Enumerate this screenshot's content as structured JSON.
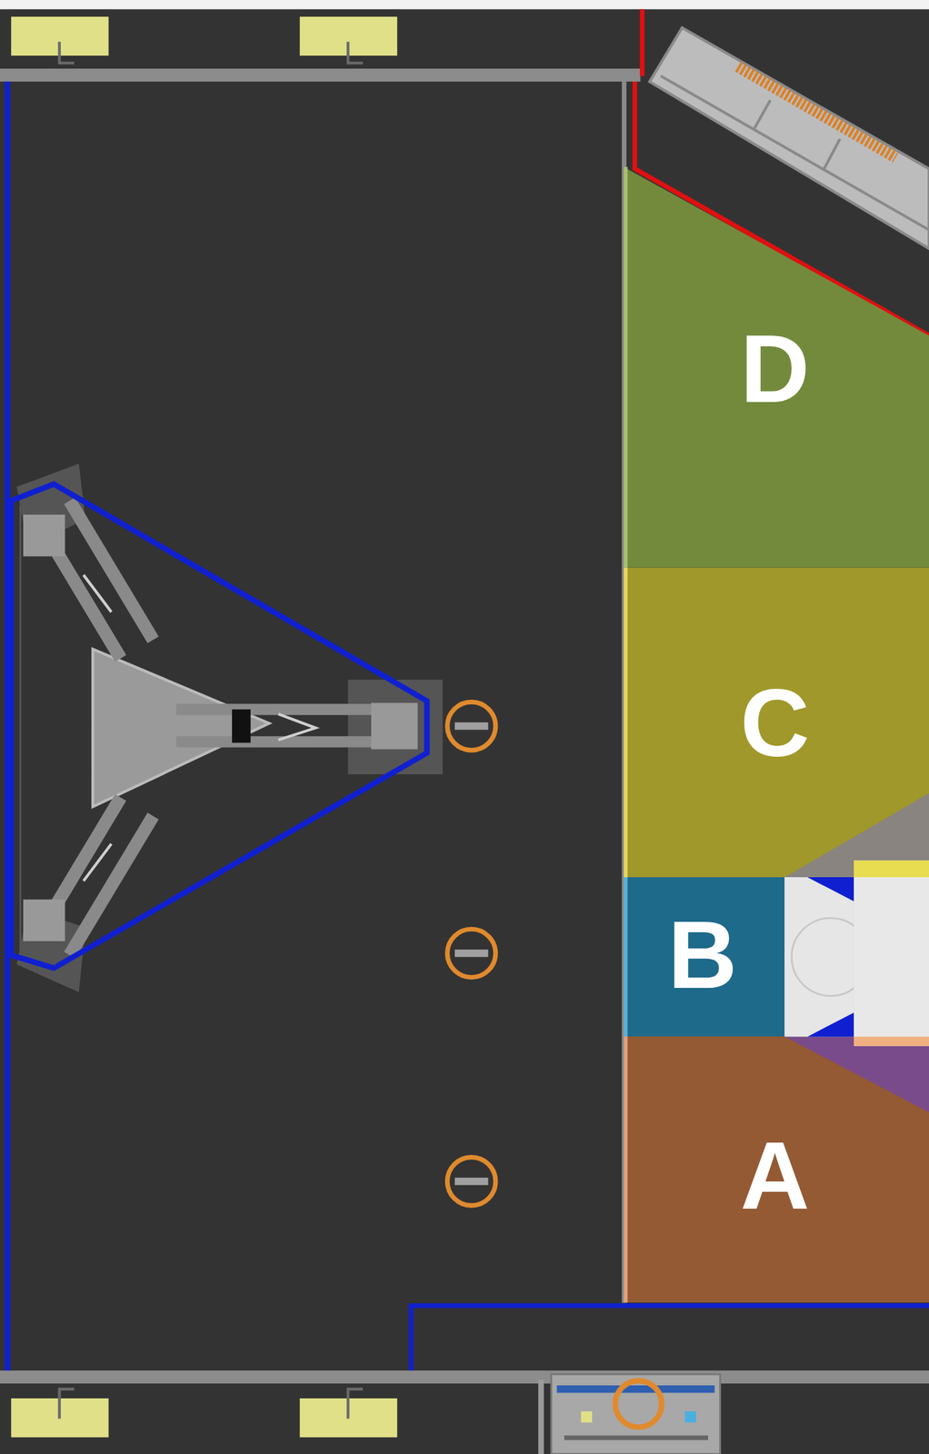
{
  "diagram": {
    "nodes": [
      {
        "text": [
          "D"
        ]
      },
      {
        "text": [
          "C"
        ]
      },
      {
        "text": [
          "B"
        ]
      },
      {
        "text": [
          "A"
        ]
      }
    ]
  }
}
